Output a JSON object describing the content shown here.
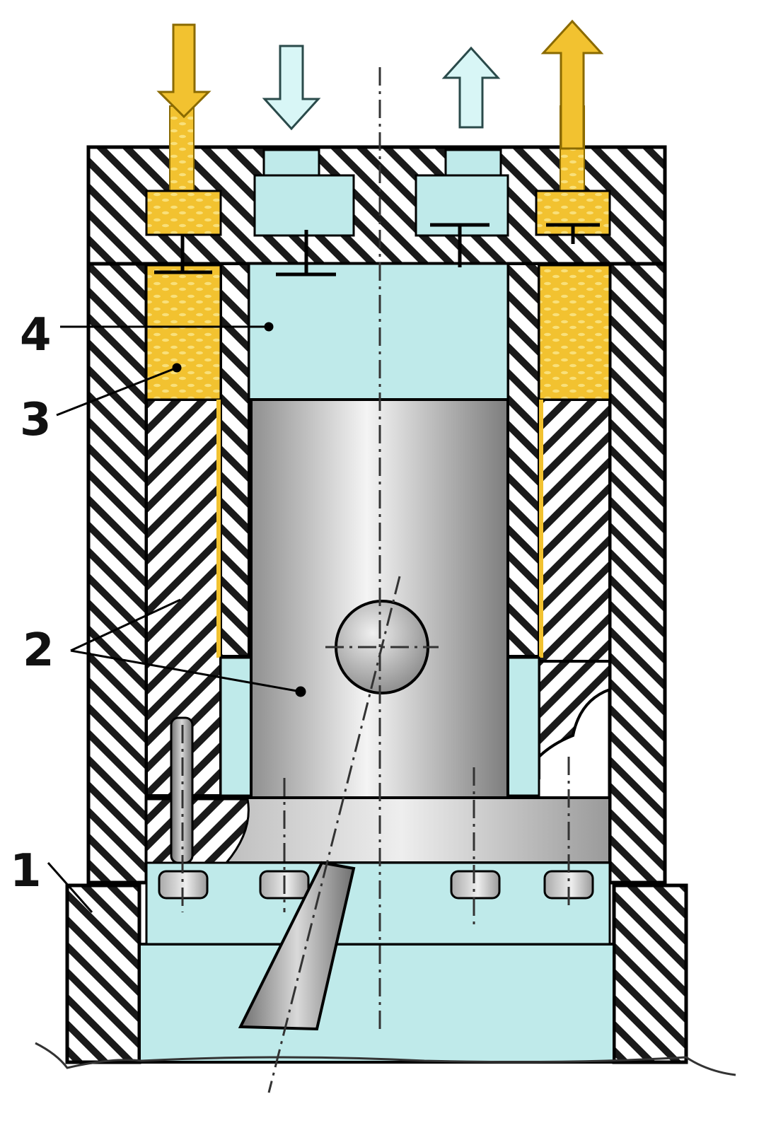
{
  "labels": {
    "one": "1",
    "two": "2",
    "three": "3",
    "four": "4"
  },
  "colors": {
    "hatch": "#1a1a1a",
    "gas_chamber": "#bfeaea",
    "gas_arrow": "#d8f6f6",
    "liquid": "#f2c230",
    "steel": "#bdbdbd",
    "outline": "#000000"
  },
  "flow_arrows": [
    "liquid-inlet-arrow",
    "gas-inlet-arrow",
    "gas-outlet-arrow",
    "liquid-outlet-arrow"
  ]
}
